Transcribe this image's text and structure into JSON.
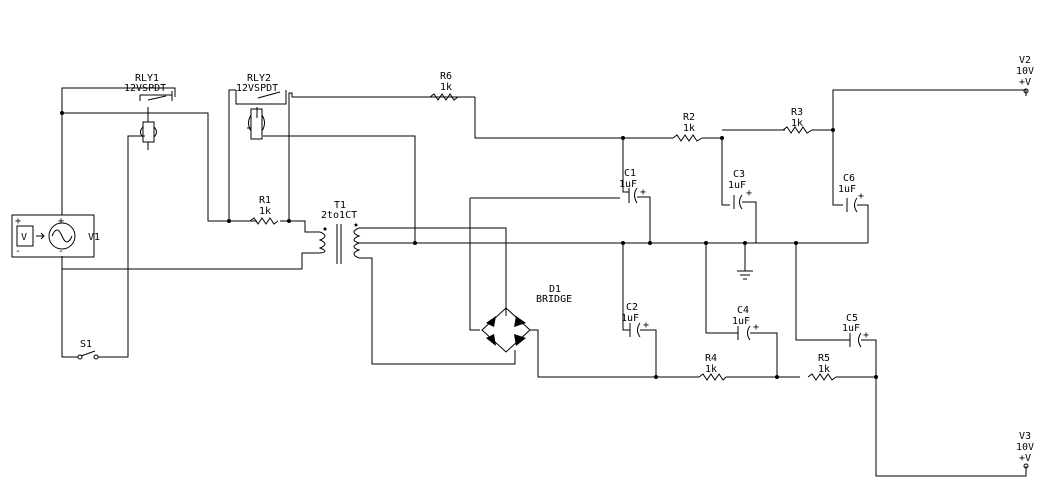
{
  "components": {
    "rly1": {
      "ref": "RLY1",
      "value": "12VSPDT"
    },
    "rly2": {
      "ref": "RLY2",
      "value": "12VSPDT"
    },
    "r6": {
      "ref": "R6",
      "value": "1k"
    },
    "r1": {
      "ref": "R1",
      "value": "1k"
    },
    "r2": {
      "ref": "R2",
      "value": "1k"
    },
    "r3": {
      "ref": "R3",
      "value": "1k"
    },
    "r4": {
      "ref": "R4",
      "value": "1k"
    },
    "r5": {
      "ref": "R5",
      "value": "1k"
    },
    "t1": {
      "ref": "T1",
      "value": "2to1CT"
    },
    "d1": {
      "ref": "D1",
      "value": "BRIDGE"
    },
    "c1": {
      "ref": "C1",
      "value": "1uF"
    },
    "c2": {
      "ref": "C2",
      "value": "1uF"
    },
    "c3": {
      "ref": "C3",
      "value": "1uF"
    },
    "c4": {
      "ref": "C4",
      "value": "1uF"
    },
    "c5": {
      "ref": "C5",
      "value": "1uF"
    },
    "c6": {
      "ref": "C6",
      "value": "1uF"
    },
    "v1": {
      "ref": "V1",
      "plus": "+",
      "minus": "-",
      "meter": "V"
    },
    "v2": {
      "ref": "V2",
      "value": "10V",
      "sym": "+V"
    },
    "v3": {
      "ref": "V3",
      "value": "10V",
      "sym": "+V"
    },
    "s1": {
      "ref": "S1"
    }
  },
  "polarity": "+"
}
